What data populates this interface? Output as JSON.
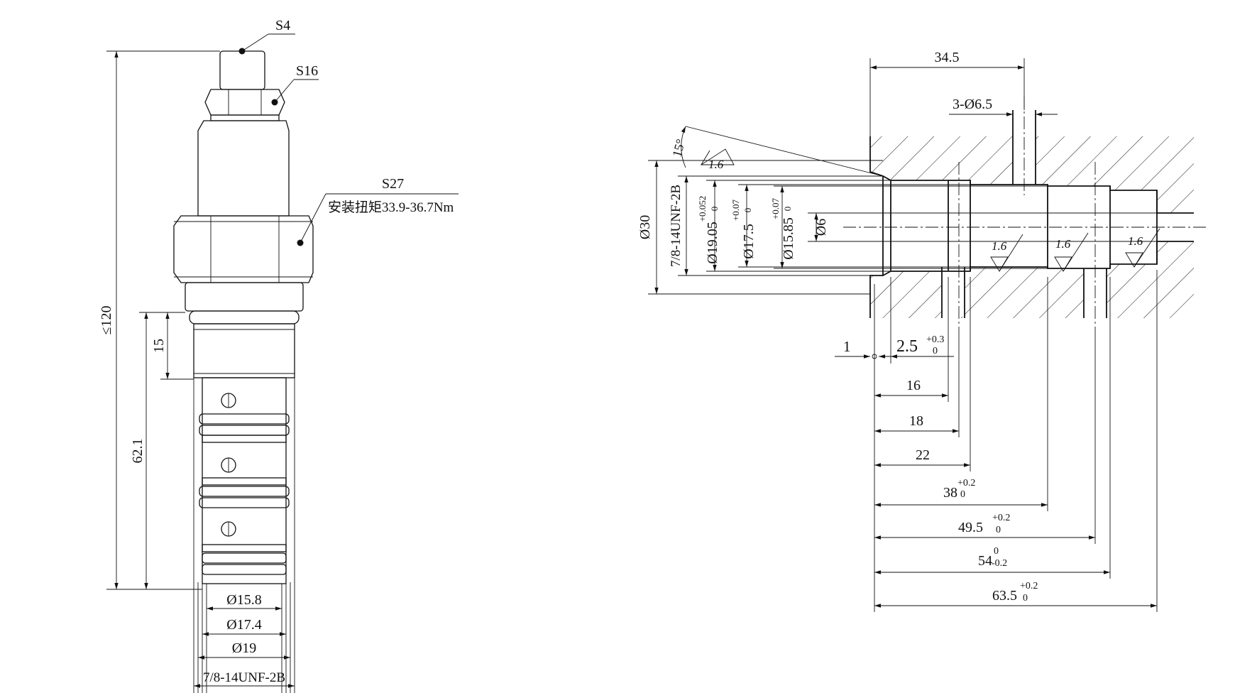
{
  "left_view": {
    "labels": {
      "wrench_small": "S4",
      "wrench_mid": "S16",
      "wrench_large": "S27",
      "torque_note": "安装扭矩33.9-36.7Nm"
    },
    "dimensions": {
      "overall_length": "≤120",
      "seal_length": "15",
      "body_length": "62.1",
      "dia_1": "Ø15.8",
      "dia_2": "Ø17.4",
      "dia_3": "Ø19",
      "thread": "7/8-14UNF-2B"
    }
  },
  "right_view": {
    "dimensions": {
      "top_width": "34.5",
      "ports": "3-Ø6.5",
      "angle": "15°",
      "outer_dia": "Ø30",
      "thread": "7/8-14UNF-2B",
      "bore1": "Ø19.05",
      "bore1_tol_upper": "+0.052",
      "bore1_tol_lower": "0",
      "bore2": "Ø17.5",
      "bore2_tol_upper": "+0.07",
      "bore2_tol_lower": "0",
      "bore3": "Ø15.85",
      "bore3_tol_upper": "+0.07",
      "bore3_tol_lower": "0",
      "bore4": "Ø6",
      "face_offset": "1",
      "depth_a": "2.5",
      "depth_a_tol_upper": "+0.3",
      "depth_a_tol_lower": "0",
      "d16": "16",
      "d18": "18",
      "d22": "22",
      "d38": "38",
      "d38_tol_upper": "+0.2",
      "d38_tol_lower": "0",
      "d49": "49.5",
      "d49_tol_upper": "+0.2",
      "d49_tol_lower": "0",
      "d54": "54",
      "d54_tol_upper": "0",
      "d54_tol_lower": "-0.2",
      "d63": "63.5",
      "d63_tol_upper": "+0.2",
      "d63_tol_lower": "0"
    },
    "roughness": [
      "1.6",
      "1.6",
      "1.6",
      "1.6"
    ]
  }
}
